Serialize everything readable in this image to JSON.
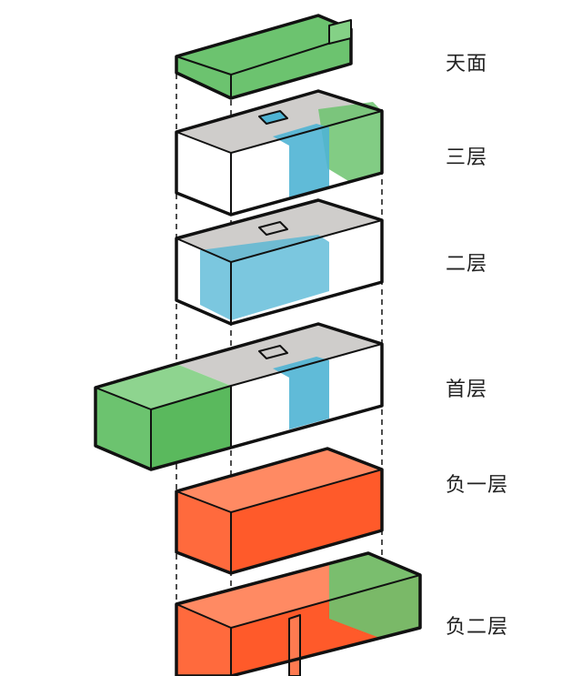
{
  "levels": [
    {
      "id": "roof",
      "label": "天面"
    },
    {
      "id": "f3",
      "label": "三层"
    },
    {
      "id": "f2",
      "label": "二层"
    },
    {
      "id": "f1",
      "label": "首层"
    },
    {
      "id": "b1",
      "label": "负一层"
    },
    {
      "id": "b2",
      "label": "负二层"
    }
  ],
  "colors": {
    "green": "#6cc36f",
    "grey": "#cfcdcb",
    "blue": "#4fb4d4",
    "orange": "#ff6a3d",
    "outline": "#111111",
    "guide": "#222222"
  }
}
